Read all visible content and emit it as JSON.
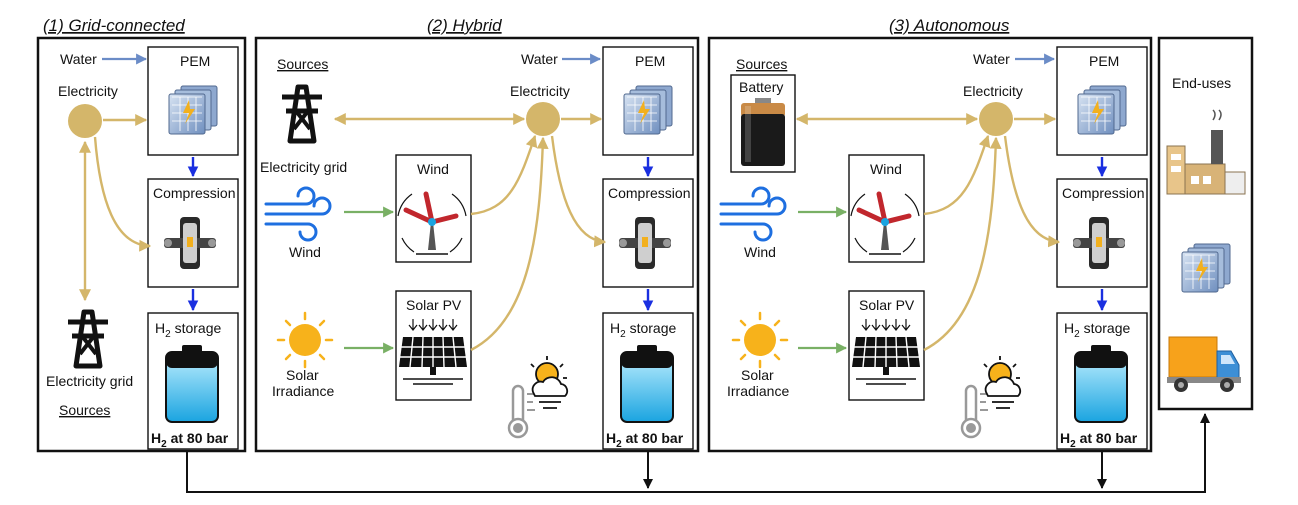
{
  "panels": {
    "grid": {
      "title": "(1) Grid-connected",
      "water": "Water",
      "electricity": "Electricity",
      "pem": "PEM",
      "compression": "Compression",
      "storage_h": "H",
      "storage_sub": "2",
      "storage_rest": " storage",
      "output_h": "H",
      "output_sub": "2",
      "output_rest": " at 80 bar",
      "grid_label": "Electricity grid",
      "sources": "Sources"
    },
    "hybrid": {
      "title": "(2) Hybrid",
      "sources": "Sources",
      "grid_label": "Electricity grid",
      "water": "Water",
      "electricity": "Electricity",
      "pem": "PEM",
      "wind_box": "Wind",
      "wind_label": "Wind",
      "compression": "Compression",
      "solar_box": "Solar PV",
      "solar_label_1": "Solar",
      "solar_label_2": "Irradiance",
      "storage_h": "H",
      "storage_sub": "2",
      "storage_rest": " storage",
      "output_h": "H",
      "output_sub": "2",
      "output_rest": " at 80 bar"
    },
    "autonomous": {
      "title": "(3) Autonomous",
      "sources": "Sources",
      "battery": "Battery",
      "water": "Water",
      "electricity": "Electricity",
      "pem": "PEM",
      "wind_box": "Wind",
      "wind_label": "Wind",
      "compression": "Compression",
      "solar_box": "Solar PV",
      "solar_label_1": "Solar",
      "solar_label_2": "Irradiance",
      "storage_h": "H",
      "storage_sub": "2",
      "storage_rest": " storage",
      "output_h": "H",
      "output_sub": "2",
      "output_rest": " at 80 bar"
    },
    "enduses": {
      "title": "End-uses"
    }
  },
  "colors": {
    "electricity": "#d4b66a",
    "hydrogen_flow": "#1a2fe0",
    "water_flow": "#6b8cc7",
    "renewable_flow": "#79b065"
  },
  "icons": [
    "pylon-icon",
    "pem-stack-icon",
    "compressor-icon",
    "hydrogen-tank-icon",
    "wind-turbine-icon",
    "wind-gust-icon",
    "sun-icon",
    "solar-panel-icon",
    "weather-thermometer-icon",
    "battery-icon",
    "factory-icon",
    "truck-icon"
  ]
}
